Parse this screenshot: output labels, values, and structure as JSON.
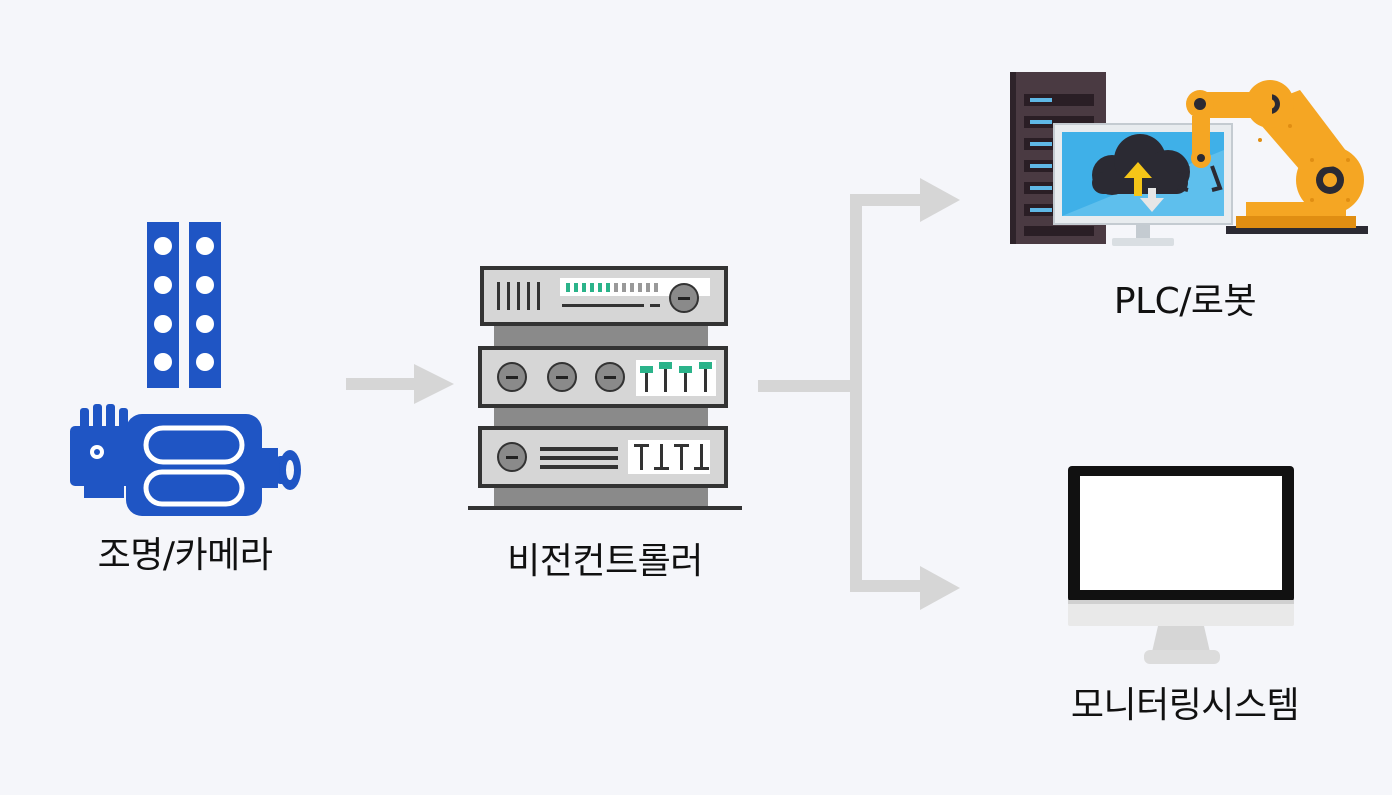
{
  "nodes": {
    "camera": {
      "label": "조명/카메라"
    },
    "controller": {
      "label": "비전컨트롤러"
    },
    "plc": {
      "label": "PLC/로봇"
    },
    "monitoring": {
      "label": "모니터링시스템"
    }
  },
  "colors": {
    "background": "#f5f6fa",
    "camera_blue": "#1f55c4",
    "server_gray": "#9d9d9d",
    "server_light": "#d6d6d6",
    "server_accent": "#2bb38a",
    "arrow": "#d6d6d6",
    "robot_orange": "#f5a623",
    "monitor_screen": "#3fb0e8"
  },
  "icons": {
    "camera": "camera-light-icon",
    "controller": "server-rack-icon",
    "plc": "plc-robot-icon",
    "monitoring": "monitor-icon"
  }
}
